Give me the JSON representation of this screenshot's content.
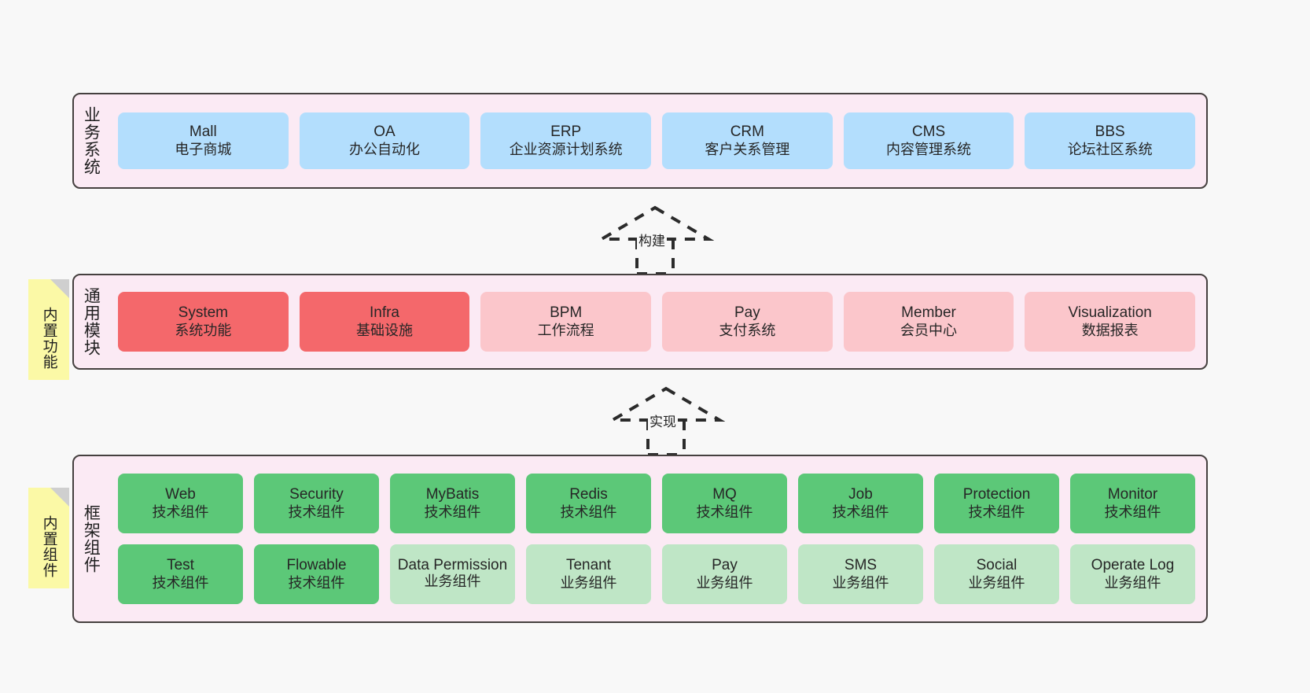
{
  "diagram": {
    "background_color": "#f8f8f8",
    "band_fill": "#fbeaf4",
    "band_border": "#45403f",
    "note_fill": "#fbf9a6"
  },
  "layers": [
    {
      "id": "business-systems",
      "title": "业务系统",
      "note": null,
      "rows": [
        {
          "cards": [
            {
              "en": "Mall",
              "cn": "电子商城",
              "color": "blue"
            },
            {
              "en": "OA",
              "cn": "办公自动化",
              "color": "blue"
            },
            {
              "en": "ERP",
              "cn": "企业资源计划系统",
              "color": "blue"
            },
            {
              "en": "CRM",
              "cn": "客户关系管理",
              "color": "blue"
            },
            {
              "en": "CMS",
              "cn": "内容管理系统",
              "color": "blue"
            },
            {
              "en": "BBS",
              "cn": "论坛社区系统",
              "color": "blue"
            }
          ]
        }
      ]
    },
    {
      "id": "common-modules",
      "title": "通用模块",
      "note": "内置功能",
      "rows": [
        {
          "cards": [
            {
              "en": "System",
              "cn": "系统功能",
              "color": "red"
            },
            {
              "en": "Infra",
              "cn": "基础设施",
              "color": "red"
            },
            {
              "en": "BPM",
              "cn": "工作流程",
              "color": "pink"
            },
            {
              "en": "Pay",
              "cn": "支付系统",
              "color": "pink"
            },
            {
              "en": "Member",
              "cn": "会员中心",
              "color": "pink"
            },
            {
              "en": "Visualization",
              "cn": "数据报表",
              "color": "pink"
            }
          ]
        }
      ]
    },
    {
      "id": "framework-components",
      "title": "框架组件",
      "note": "内置组件",
      "rows": [
        {
          "cards": [
            {
              "en": "Web",
              "cn": "技术组件",
              "color": "green"
            },
            {
              "en": "Security",
              "cn": "技术组件",
              "color": "green"
            },
            {
              "en": "MyBatis",
              "cn": "技术组件",
              "color": "green"
            },
            {
              "en": "Redis",
              "cn": "技术组件",
              "color": "green"
            },
            {
              "en": "MQ",
              "cn": "技术组件",
              "color": "green"
            },
            {
              "en": "Job",
              "cn": "技术组件",
              "color": "green"
            },
            {
              "en": "Protection",
              "cn": "技术组件",
              "color": "green"
            },
            {
              "en": "Monitor",
              "cn": "技术组件",
              "color": "green"
            }
          ]
        },
        {
          "cards": [
            {
              "en": "Test",
              "cn": "技术组件",
              "color": "green"
            },
            {
              "en": "Flowable",
              "cn": "技术组件",
              "color": "green"
            },
            {
              "en": "Data Permission",
              "cn": "业务组件",
              "color": "lgreen"
            },
            {
              "en": "Tenant",
              "cn": "业务组件",
              "color": "lgreen"
            },
            {
              "en": "Pay",
              "cn": "业务组件",
              "color": "lgreen"
            },
            {
              "en": "SMS",
              "cn": "业务组件",
              "color": "lgreen"
            },
            {
              "en": "Social",
              "cn": "业务组件",
              "color": "lgreen"
            },
            {
              "en": "Operate Log",
              "cn": "业务组件",
              "color": "lgreen"
            }
          ]
        }
      ]
    }
  ],
  "connectors": [
    {
      "id": "build",
      "label": "构建"
    },
    {
      "id": "implement",
      "label": "实现"
    }
  ]
}
